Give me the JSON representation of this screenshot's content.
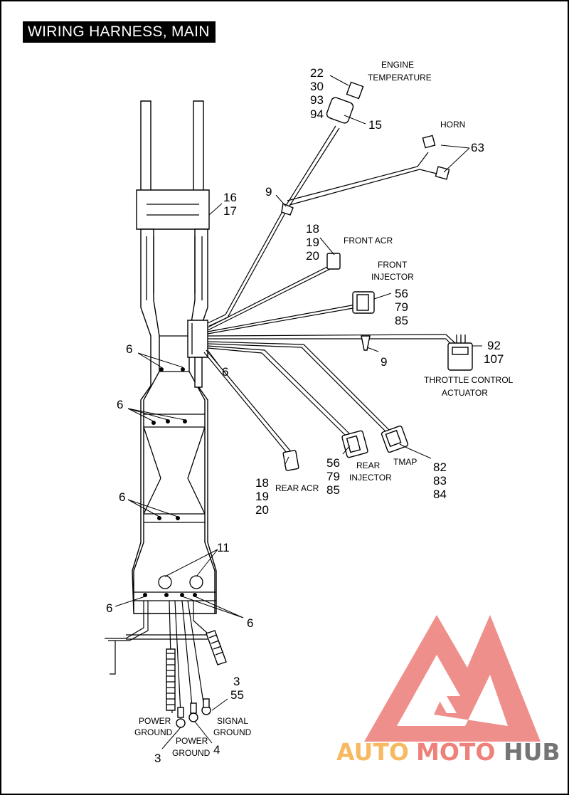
{
  "title": "WIRING HARNESS, MAIN",
  "components": {
    "engine_temperature": {
      "line1": "ENGINE",
      "line2": "TEMPERATURE",
      "parts": [
        "22",
        "30",
        "93",
        "94"
      ],
      "boot_part": "15"
    },
    "horn": {
      "label": "HORN",
      "part": "63"
    },
    "clip_upper": "9",
    "frame": {
      "parts": [
        "16",
        "17"
      ]
    },
    "front_acr": {
      "label": "FRONT ACR",
      "parts": [
        "18",
        "19",
        "20"
      ]
    },
    "front_injector": {
      "line1": "FRONT",
      "line2": "INJECTOR",
      "parts": [
        "56",
        "79",
        "85"
      ]
    },
    "throttle": {
      "parts": [
        "92",
        "107"
      ],
      "line1": "THROTTLE CONTROL",
      "line2": "ACTUATOR"
    },
    "clip_lower": "9",
    "tie_strap": "6",
    "rear_acr": {
      "label": "REAR ACR",
      "parts": [
        "18",
        "19",
        "20"
      ]
    },
    "rear_injector": {
      "parts": [
        "56",
        "79",
        "85"
      ],
      "line1": "REAR",
      "line2": "INJECTOR"
    },
    "tmap": {
      "label": "TMAP",
      "parts": [
        "82",
        "83",
        "84"
      ]
    },
    "grommet": "11",
    "signal_ground_parts": [
      "3",
      "55"
    ],
    "power_ground_left": {
      "line1": "POWER",
      "line2": "GROUND",
      "part": "3"
    },
    "power_ground_right": {
      "line1": "POWER",
      "line2": "GROUND",
      "part": "4"
    },
    "signal_ground": {
      "line1": "SIGNAL",
      "line2": "GROUND"
    }
  },
  "watermark": {
    "part1": "AUTO",
    "part2": "MOTO",
    "part3": "HUB",
    "color1": "#f7b75a",
    "color2": "#ee7b73",
    "color3": "#6e6e6e",
    "logo_color": "#ef8a85"
  }
}
